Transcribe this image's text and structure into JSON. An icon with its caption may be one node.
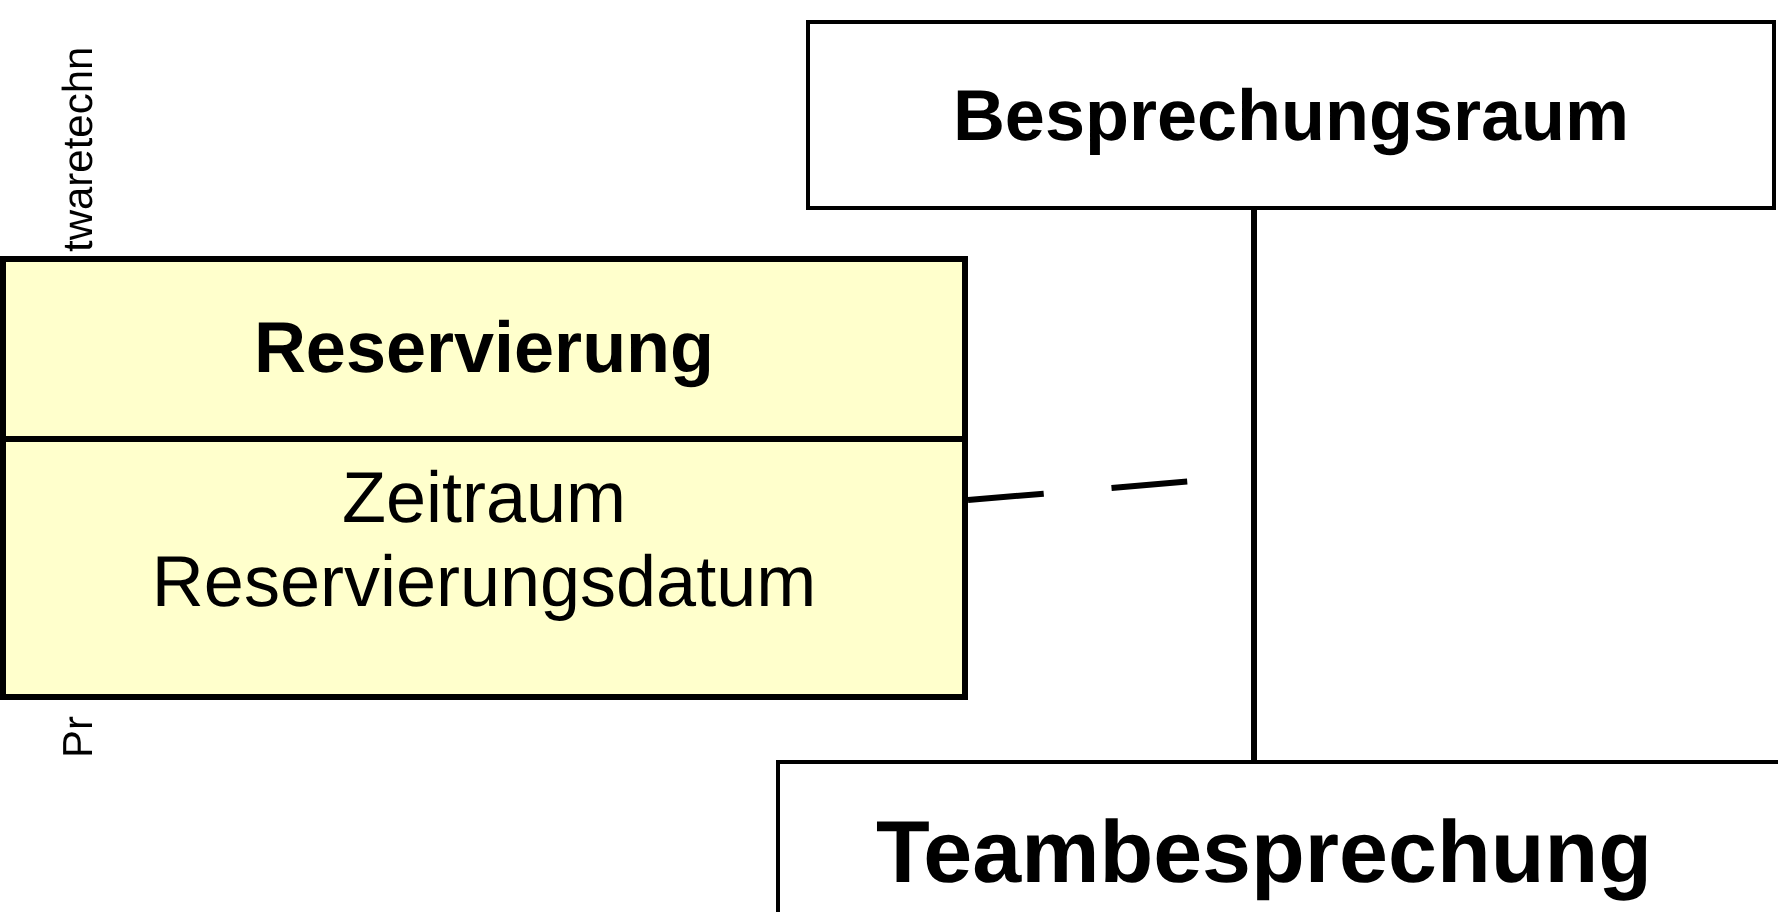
{
  "diagram": {
    "nodes": [
      {
        "text": [
          "Besprechungsraum"
        ]
      },
      {
        "text": [
          "Reservierung",
          "Zeitraum",
          "Reservierungsdatum"
        ]
      },
      {
        "text": [
          "Teambesprechung"
        ]
      }
    ],
    "edges": [
      {
        "from": 0,
        "to": 2,
        "arrow": "none"
      },
      {
        "from": 1,
        "to": null,
        "arrow": "none",
        "style": "dashed"
      }
    ],
    "labels": [
      "Pr",
      "twaretechn"
    ]
  }
}
